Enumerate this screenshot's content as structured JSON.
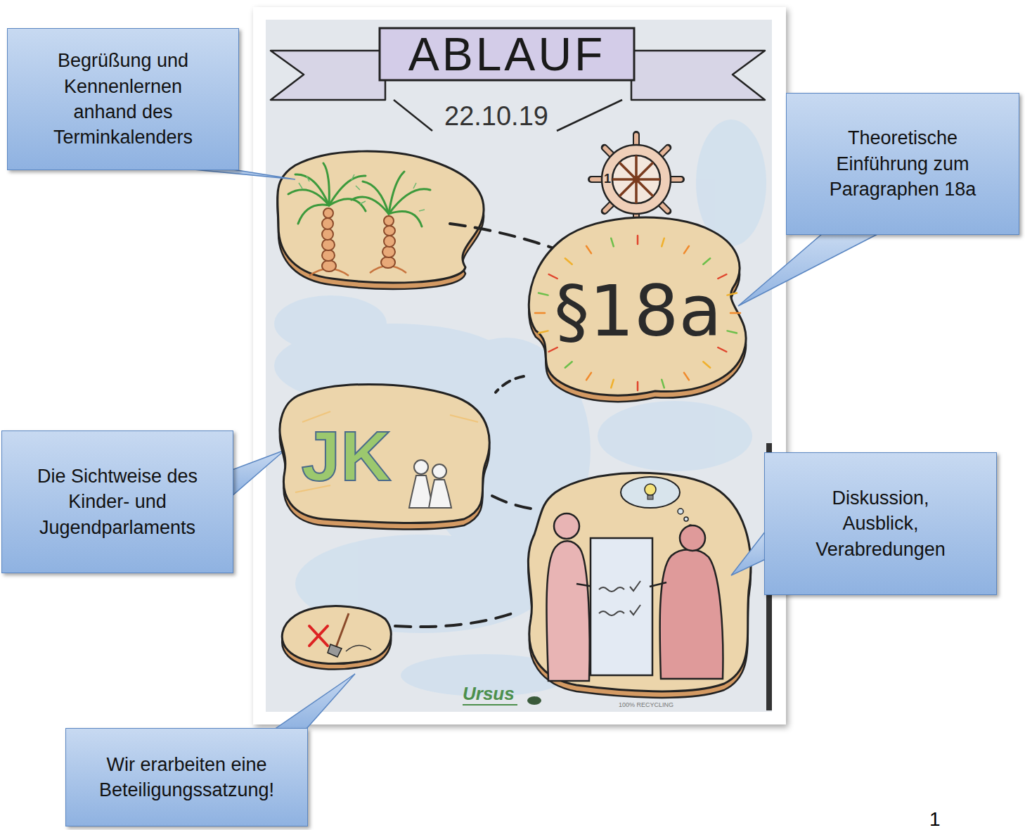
{
  "diagram": {
    "title": "ABLAUF",
    "nodes": [
      {
        "text": [
          "Begrüßung und Kennenlernen anhand des Terminkalenders"
        ]
      },
      {
        "text": [
          "Theoretische Einführung zum Paragraphen 18a"
        ]
      },
      {
        "text": [
          "§18a"
        ]
      },
      {
        "text": [
          "JK"
        ]
      },
      {
        "text": [
          "Die Sichtweise des Kinder- und Jugendparlaments"
        ]
      },
      {
        "text": [
          "Diskussion, Ausblick, Verabredungen"
        ]
      },
      {
        "text": [
          "Wir erarbeiten eine Beteiligungssatzung!"
        ]
      }
    ],
    "edges": [
      {
        "from": 2,
        "to": 3,
        "arrow": "none"
      }
    ],
    "labels": [
      "22.10.19",
      "1",
      "Ursus",
      "100% RECYCLING",
      "1"
    ]
  }
}
